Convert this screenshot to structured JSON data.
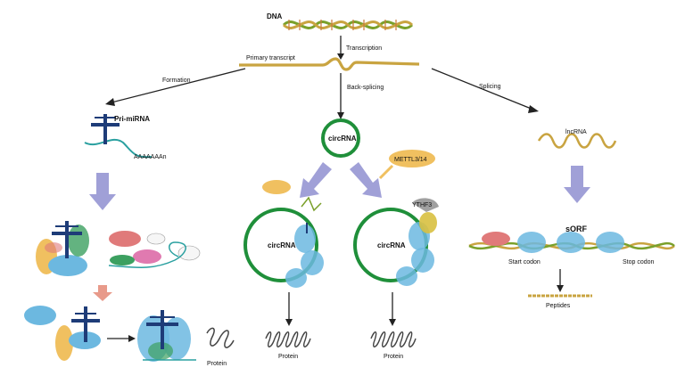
{
  "top": {
    "dna": "DNA",
    "transcription": "Transcription",
    "primary_transcript": "Primary transcript"
  },
  "branches": {
    "formation": "Formation",
    "back_splicing": "Back-splicing",
    "splicing": "Splicing"
  },
  "left": {
    "pri_mirna": "Pri-miRNA",
    "poly_a": "AAAAAAAn"
  },
  "middle": {
    "circrna_top": "circRNA",
    "circrna_left": "circRNA",
    "circrna_right": "circRNA",
    "methylation_enzyme": "METTL3/14",
    "reader": "YTHF3",
    "protein_left": "Protein",
    "protein_right": "Protein"
  },
  "right": {
    "lncrna": "lncRNA",
    "sorf": "sORF",
    "start_codon": "Start codon",
    "stop_codon": "Stop codon",
    "peptides": "Peptides"
  },
  "bottom_left": {
    "protein": "Protein"
  },
  "colors": {
    "circ_green": "#1f8f3a",
    "strand_gold": "#c9a441",
    "helix_green": "#7aa02a",
    "ribosome_blue": "#6cb8e0",
    "flow_arrow": "#8f8fd0",
    "factor_orange": "#f0c060",
    "factor_pink": "#e07a7a",
    "mirna_navy": "#1e3c78"
  }
}
